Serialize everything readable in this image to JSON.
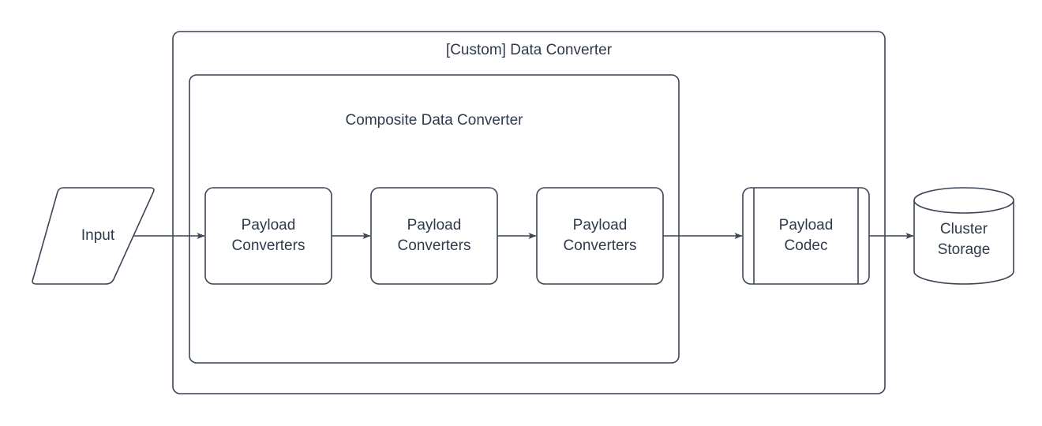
{
  "diagram": {
    "type": "flowchart",
    "title": "[Custom] Data Converter",
    "stroke_color": "#3b4553",
    "fill_color": "#ffffff",
    "text_color": "#2f3a4a",
    "containers": [
      {
        "name": "outer-container",
        "label": "[Custom] Data Converter"
      },
      {
        "name": "inner-container",
        "label": "Composite Data Converter"
      }
    ],
    "nodes": [
      {
        "id": "input",
        "label": "Input",
        "shape": "parallelogram"
      },
      {
        "id": "converter-1",
        "label": "Payload\nConverters",
        "shape": "rounded-rect"
      },
      {
        "id": "converter-2",
        "label": "Payload\nConverters",
        "shape": "rounded-rect"
      },
      {
        "id": "converter-3",
        "label": "Payload\nConverters",
        "shape": "rounded-rect"
      },
      {
        "id": "payload-codec",
        "label": "Payload\nCodec",
        "shape": "predefined-process"
      },
      {
        "id": "cluster-storage",
        "label": "Cluster\nStorage",
        "shape": "cylinder"
      }
    ],
    "edges": [
      {
        "from": "input",
        "to": "converter-1",
        "arrow": "right"
      },
      {
        "from": "converter-1",
        "to": "converter-2",
        "arrow": "right"
      },
      {
        "from": "converter-2",
        "to": "converter-3",
        "arrow": "right"
      },
      {
        "from": "converter-3",
        "to": "payload-codec",
        "arrow": "right"
      },
      {
        "from": "payload-codec",
        "to": "cluster-storage",
        "arrow": "right"
      }
    ]
  }
}
